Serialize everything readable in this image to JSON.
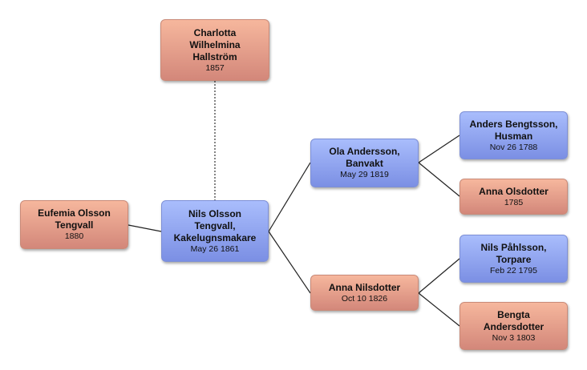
{
  "colors": {
    "female": "#e9a58c",
    "male": "#93a8f3",
    "link": "#222222"
  },
  "people": {
    "charlotta": {
      "name": "Charlotta Wilhelmina Hallström",
      "date": "1857",
      "gender": "female"
    },
    "eufemia": {
      "name": "Eufemia Olsson Tengvall",
      "date": "1880",
      "gender": "female"
    },
    "nils": {
      "name": "Nils Olsson Tengvall, Kakelugnsmakare",
      "date": "May 26 1861",
      "gender": "male"
    },
    "ola": {
      "name": "Ola Andersson, Banvakt",
      "date": "May 29 1819",
      "gender": "male"
    },
    "anna_n": {
      "name": "Anna Nilsdotter",
      "date": "Oct 10 1826",
      "gender": "female"
    },
    "anders": {
      "name": "Anders Bengtsson, Husman",
      "date": "Nov 26 1788",
      "gender": "male"
    },
    "anna_o": {
      "name": "Anna Olsdotter",
      "date": "1785",
      "gender": "female"
    },
    "nils_p": {
      "name": "Nils Påhlsson, Torpare",
      "date": "Feb 22 1795",
      "gender": "male"
    },
    "bengta": {
      "name": "Bengta Andersdotter",
      "date": "Nov 3 1803",
      "gender": "female"
    }
  }
}
